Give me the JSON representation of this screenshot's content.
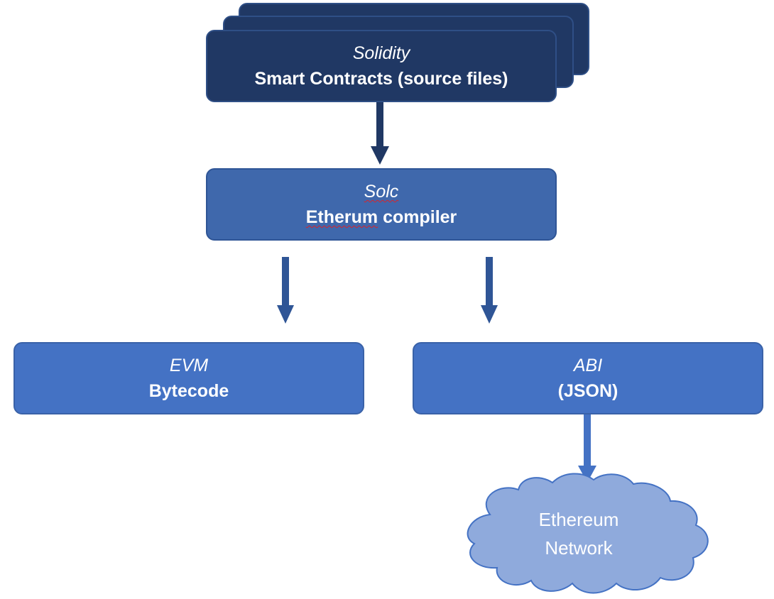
{
  "source_stack": {
    "subtitle": "Solidity",
    "title": "Smart Contracts (source files)"
  },
  "compiler": {
    "subtitle": "Solc",
    "title_part1": "Etherum",
    "title_part2": " compiler"
  },
  "evm_box": {
    "subtitle": "EVM",
    "title": "Bytecode"
  },
  "abi_box": {
    "subtitle": "ABI",
    "title": "(JSON)"
  },
  "network_cloud": {
    "line1": "Ethereum",
    "line2": "Network"
  },
  "colors": {
    "dark_box": "#203864",
    "compiler_box": "#3f68ac",
    "output_box": "#4472c4",
    "arrow": "#2f5596",
    "cloud_fill": "#8faadc",
    "cloud_stroke": "#4472c4",
    "spellcheck_underline": "#d9242a"
  }
}
